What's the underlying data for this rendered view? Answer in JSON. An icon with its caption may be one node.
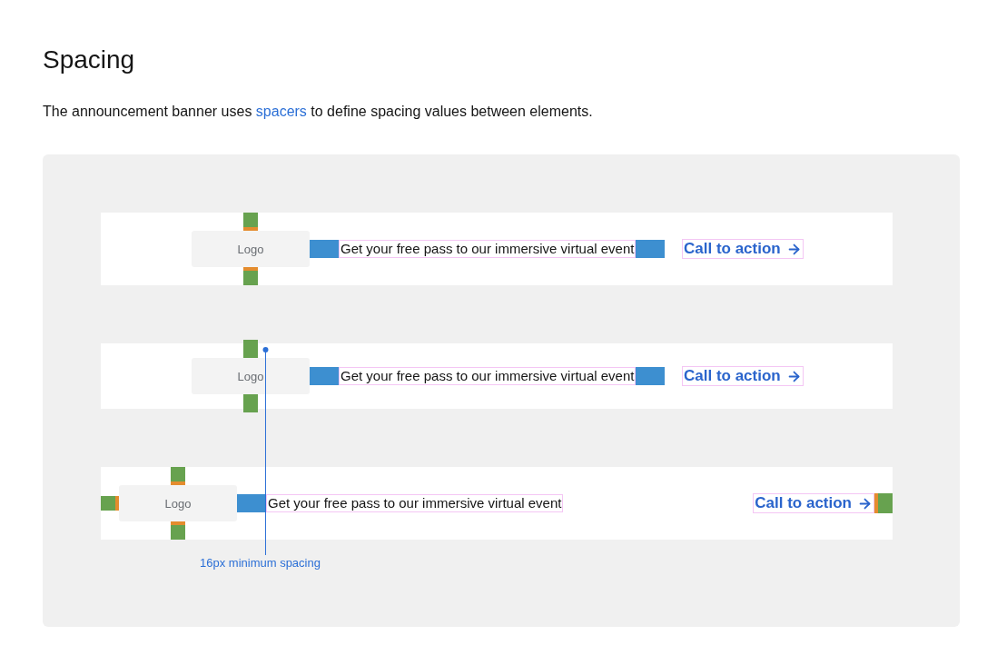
{
  "diagram": {
    "title": "Spacing",
    "nodes": [
      {
        "text": [],
        "shape": "box"
      },
      {
        "text": [
          "Logo"
        ],
        "in": 0
      },
      {
        "text": [
          "Get your free pass to our immersive virtual event"
        ],
        "in": 0
      },
      {
        "text": [
          "Call to action"
        ],
        "in": 0
      },
      {
        "text": [],
        "shape": "box"
      },
      {
        "text": [
          "Logo"
        ],
        "in": 4
      },
      {
        "text": [
          "Get your free pass to our immersive virtual event"
        ],
        "in": 4
      },
      {
        "text": [
          "Call to action"
        ],
        "in": 4
      },
      {
        "text": [],
        "shape": "box"
      },
      {
        "text": [
          "Logo"
        ],
        "in": 8
      },
      {
        "text": [
          "Get your free pass to our immersive virtual event"
        ],
        "in": 8
      },
      {
        "text": [
          "Call to action"
        ],
        "in": 8
      },
      {
        "text": [
          "16px minimum spacing"
        ]
      }
    ],
    "edges": [
      {
        "from": 12,
        "to": 4,
        "arrow": "other"
      }
    ],
    "labels": [
      "The announcement banner uses",
      "spacers",
      "to define spacing values between elements."
    ]
  }
}
